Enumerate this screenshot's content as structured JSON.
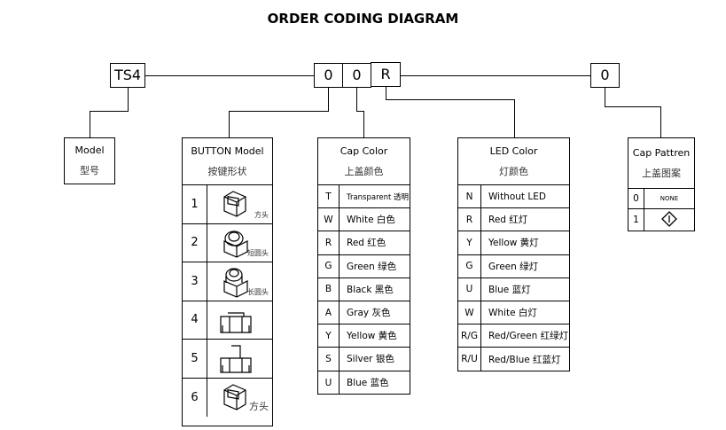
{
  "title": "ORDER CODING DIAGRAM",
  "codes": [
    "TS4",
    "0",
    "0",
    "R",
    "0"
  ],
  "model": {
    "en": "Model",
    "zh": "型号"
  },
  "button": {
    "en": "BUTTON Model",
    "zh": "按键形状",
    "rows": [
      {
        "code": "1",
        "icon": "square-cap-button-icon",
        "note": "方头"
      },
      {
        "code": "2",
        "icon": "short-round-cap-button-icon",
        "note": "短圆头"
      },
      {
        "code": "3",
        "icon": "long-round-cap-button-icon",
        "note": "长圆头"
      },
      {
        "code": "4",
        "icon": "flat-switch-side-icon",
        "note": ""
      },
      {
        "code": "5",
        "icon": "raised-switch-side-icon",
        "note": ""
      },
      {
        "code": "6",
        "icon": "square-cap-button-icon",
        "note": "方头"
      }
    ]
  },
  "cap_color": {
    "en": "Cap Color",
    "zh": "上盖颜色",
    "rows": [
      {
        "code": "T",
        "label": "Transparent 透明"
      },
      {
        "code": "W",
        "label": "White 白色"
      },
      {
        "code": "R",
        "label": "Red  红色"
      },
      {
        "code": "G",
        "label": "Green 绿色"
      },
      {
        "code": "B",
        "label": "Black 黑色"
      },
      {
        "code": "A",
        "label": "Gray  灰色"
      },
      {
        "code": "Y",
        "label": "Yellow 黄色"
      },
      {
        "code": "S",
        "label": "Silver  银色"
      },
      {
        "code": "U",
        "label": "Blue   蓝色"
      }
    ]
  },
  "led_color": {
    "en": "LED Color",
    "zh": "灯颜色",
    "rows": [
      {
        "code": "N",
        "label": "Without LED"
      },
      {
        "code": "R",
        "label": "Red   红灯"
      },
      {
        "code": "Y",
        "label": "Yellow 黄灯"
      },
      {
        "code": "G",
        "label": "Green 绿灯"
      },
      {
        "code": "U",
        "label": "Blue  蓝灯"
      },
      {
        "code": "W",
        "label": "White  白灯"
      },
      {
        "code": "R/G",
        "label": "Red/Green  红绿灯"
      },
      {
        "code": "R/U",
        "label": "Red/Blue  红蓝灯"
      }
    ]
  },
  "cap_pattern": {
    "en": "Cap Pattren",
    "zh": "上盖图案",
    "rows": [
      {
        "code": "0",
        "label": "NONE"
      },
      {
        "code": "1",
        "icon": "diamond-indicator-icon"
      }
    ]
  }
}
